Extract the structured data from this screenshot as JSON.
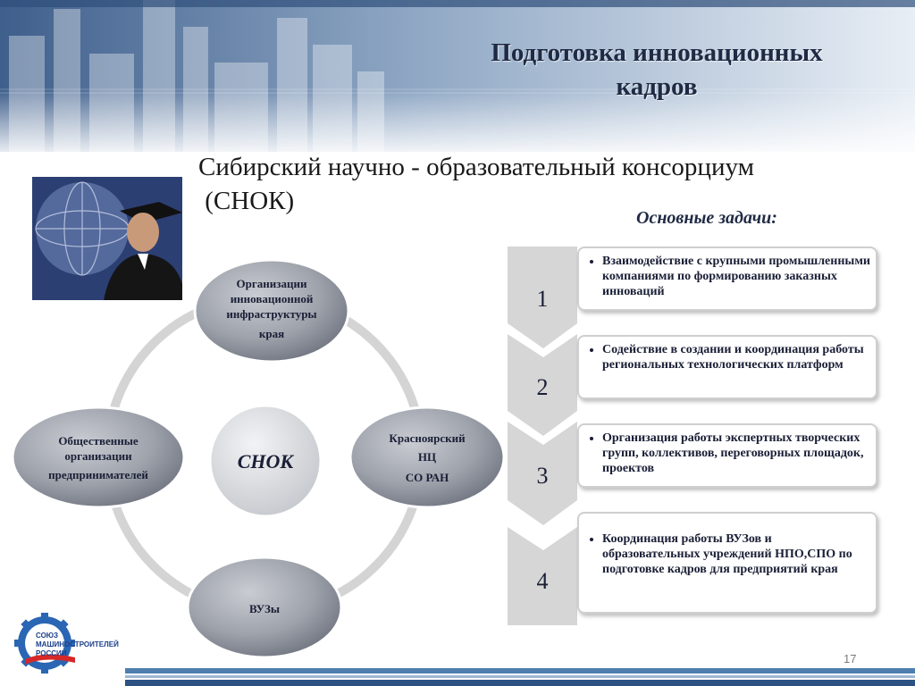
{
  "slide": {
    "title_line1": "Подготовка инновационных",
    "title_line2": "кадров",
    "subtitle_line1": "Сибирский научно - образовательный консорциум",
    "subtitle_line2": " (СНОК)",
    "tasks_heading": "Основные задачи:",
    "page_number": "17"
  },
  "diagram": {
    "center": "СНОК",
    "nodes": {
      "top": [
        "Организации",
        "инновационной",
        "инфраструктуры",
        "края"
      ],
      "left": [
        "Общественные",
        "организации",
        "предпринимателей"
      ],
      "right": [
        "Красноярский",
        "НЦ",
        "СО РАН"
      ],
      "bottom": [
        "ВУЗы"
      ]
    }
  },
  "tasks": [
    {
      "number": "1",
      "text": "Взаимодействие с крупными промышленными компаниями по формированию заказных инноваций"
    },
    {
      "number": "2",
      "text": "Содействие в создании и координация работы региональных технологических платформ"
    },
    {
      "number": "3",
      "text": "Организация работы экспертных творческих групп, коллективов, переговорных площадок, проектов"
    },
    {
      "number": "4",
      "text": "Координация работы ВУЗов и образовательных учреждений НПО,СПО по подготовке кадров для предприятий края"
    }
  ],
  "logo": {
    "line1": "СОЮЗ",
    "line2": "МАШИНОСТРОИТЕЛЕЙ",
    "line3": "РОССИИ"
  },
  "colors": {
    "title": "#1f2a44",
    "node_fill": "#9ea2ab",
    "chevron": "#d6d6d6",
    "bottom_bar": "#4e7fae"
  }
}
